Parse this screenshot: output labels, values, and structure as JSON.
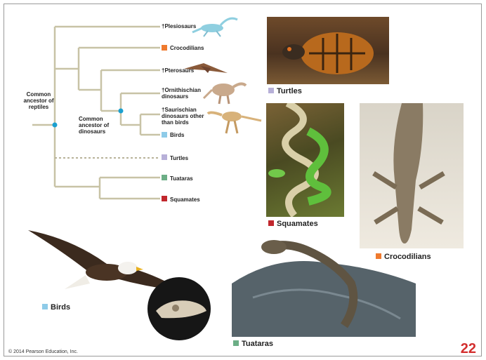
{
  "tree": {
    "ancestor_reptiles": "Common ancestor of reptiles",
    "ancestor_dinosaurs": "Common ancestor of dinosaurs",
    "taxa": [
      {
        "id": "plesiosaurs",
        "label": "Plesiosaurs",
        "dagger": true,
        "swatch": null
      },
      {
        "id": "crocodilians",
        "label": "Crocodilians",
        "dagger": false,
        "swatch": "#ef7a2e"
      },
      {
        "id": "pterosaurs",
        "label": "Pterosaurs",
        "dagger": true,
        "swatch": null
      },
      {
        "id": "ornithischian",
        "label": "Ornithischian dinosaurs",
        "dagger": true,
        "swatch": null
      },
      {
        "id": "saurischian",
        "label": "Saurischian dinosaurs other than birds",
        "dagger": true,
        "swatch": null
      },
      {
        "id": "birds",
        "label": "Birds",
        "dagger": false,
        "swatch": "#8ecbe8"
      },
      {
        "id": "turtles",
        "label": "Turtles",
        "dagger": false,
        "swatch": "#b7b0d8"
      },
      {
        "id": "tuataras",
        "label": "Tuataras",
        "dagger": false,
        "swatch": "#6cae86"
      },
      {
        "id": "squamates",
        "label": "Squamates",
        "dagger": false,
        "swatch": "#c1272d"
      }
    ],
    "colors": {
      "branch": "#c8c3a6",
      "node": "#1ba0d0",
      "dashed": "#b8b39a"
    }
  },
  "photos": {
    "turtles": {
      "caption": "Turtles",
      "swatch": "#b7b0d8"
    },
    "squamates": {
      "caption": "Squamates",
      "swatch": "#c1272d"
    },
    "crocodilians": {
      "caption": "Crocodilians",
      "swatch": "#ef7a2e"
    },
    "birds": {
      "caption": "Birds",
      "swatch": "#8ecbe8"
    },
    "tuataras": {
      "caption": "Tuataras",
      "swatch": "#6cae86"
    }
  },
  "footer": {
    "copyright": "© 2014 Pearson Education, Inc.",
    "page": "22",
    "page_color": "#d32f2f"
  }
}
